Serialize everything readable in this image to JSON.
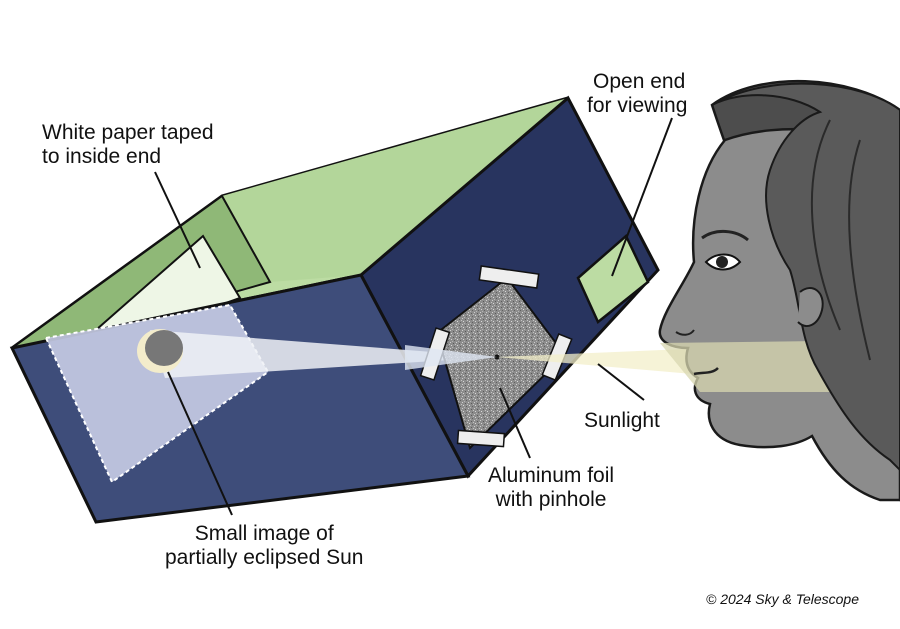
{
  "labels": {
    "white_paper": [
      "White paper taped",
      "to inside end"
    ],
    "open_end": [
      "Open end",
      "for viewing"
    ],
    "sunlight": "Sunlight",
    "foil": [
      "Aluminum foil",
      "with pinhole"
    ],
    "sun_image": [
      "Small image of",
      "partially eclipsed Sun"
    ]
  },
  "copyright": "© 2024 Sky & Telescope",
  "colors": {
    "box_front": "#3e4d7a",
    "box_side": "#28345f",
    "box_interior": "#bcdca3",
    "paper": "#c8cde5",
    "foil": "#8a8a8a",
    "beam": "#f2f0d4",
    "face": "#8a8a8a",
    "hair": "#4a4a4a"
  }
}
